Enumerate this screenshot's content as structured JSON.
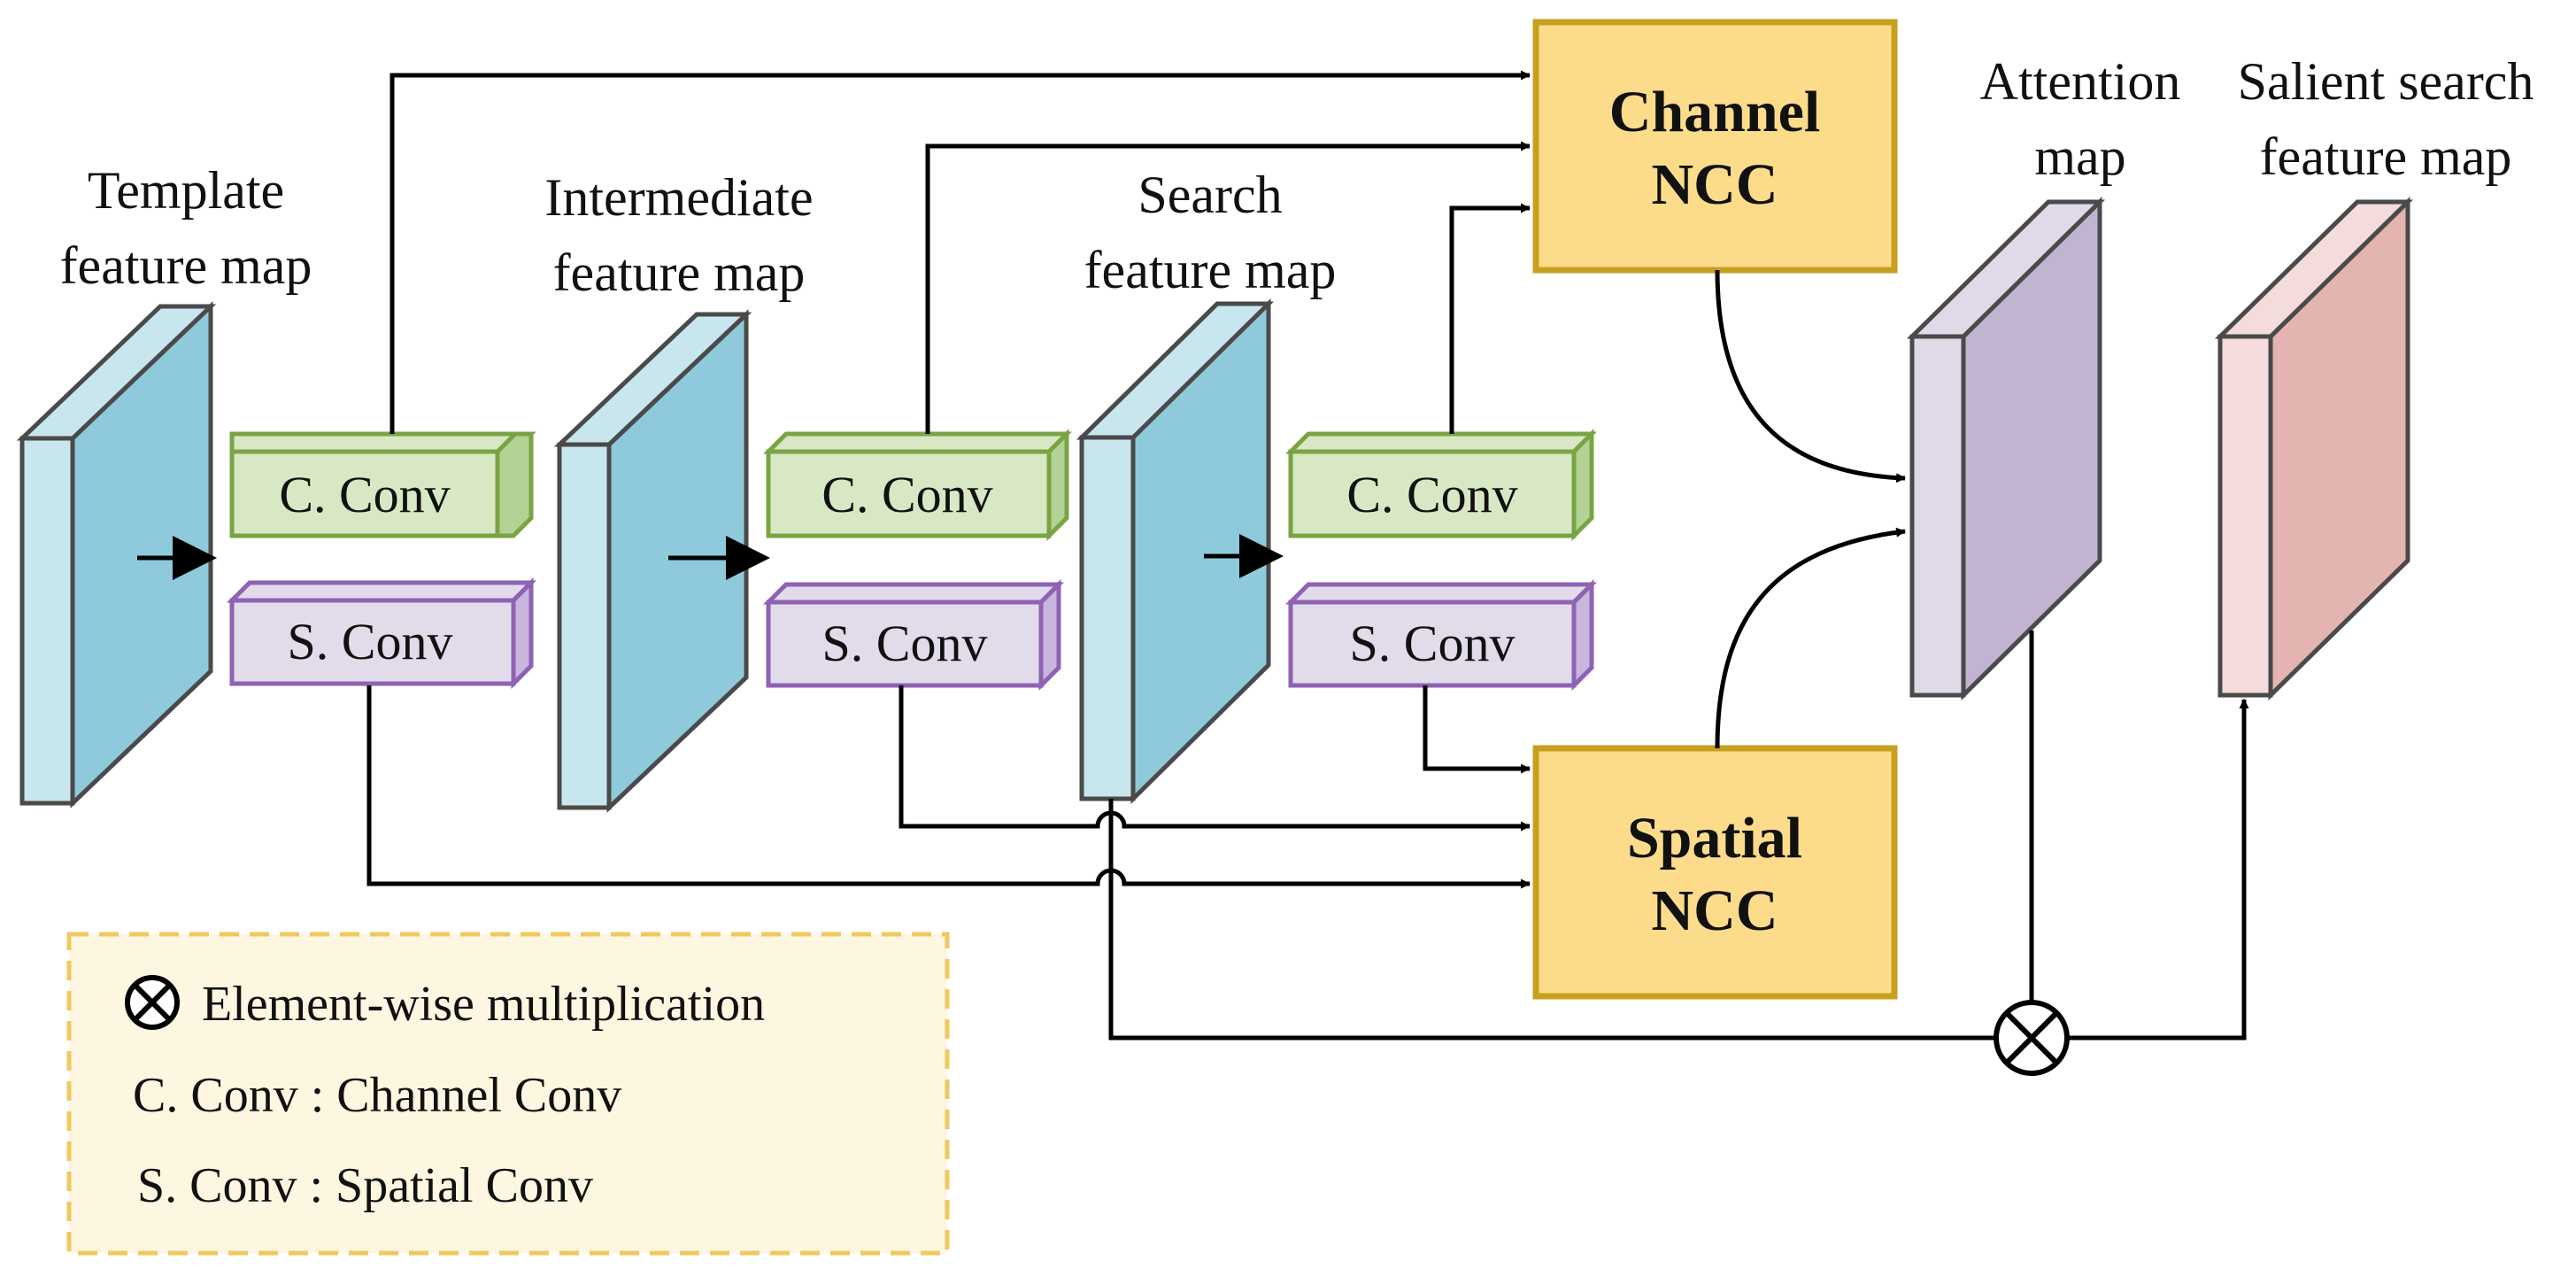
{
  "labels": {
    "template_l1": "Template",
    "template_l2": "feature map",
    "intermediate_l1": "Intermediate",
    "intermediate_l2": "feature map",
    "search_l1": "Search",
    "search_l2": "feature map",
    "attention_l1": "Attention",
    "attention_l2": "map",
    "salient_l1": "Salient search",
    "salient_l2": "feature map"
  },
  "modules": {
    "c_conv": "C. Conv",
    "s_conv": "S. Conv",
    "channel_ncc_l1": "Channel",
    "channel_ncc_l2": "NCC",
    "spatial_ncc_l1": "Spatial",
    "spatial_ncc_l2": "NCC"
  },
  "legend": {
    "multiply_text": "Element-wise multiplication",
    "c_conv_def": "C. Conv : Channel Conv",
    "s_conv_def": "S. Conv : Spatial Conv"
  },
  "colors": {
    "feature_map_front": "#8ecadc",
    "feature_map_side": "#c8e6ee",
    "c_conv_fill": "#d8e8c4",
    "c_conv_border": "#7aa444",
    "s_conv_fill": "#e2dcea",
    "s_conv_border": "#8e62b4",
    "ncc_fill": "#fcdc8a",
    "ncc_border": "#c8a020",
    "attention_front": "#c0b4d0",
    "attention_side": "#e0dae8",
    "salient_front": "#e4b4b0",
    "salient_side": "#f4dcdc",
    "legend_fill": "#fdf6e0",
    "legend_border": "#f0c860"
  }
}
